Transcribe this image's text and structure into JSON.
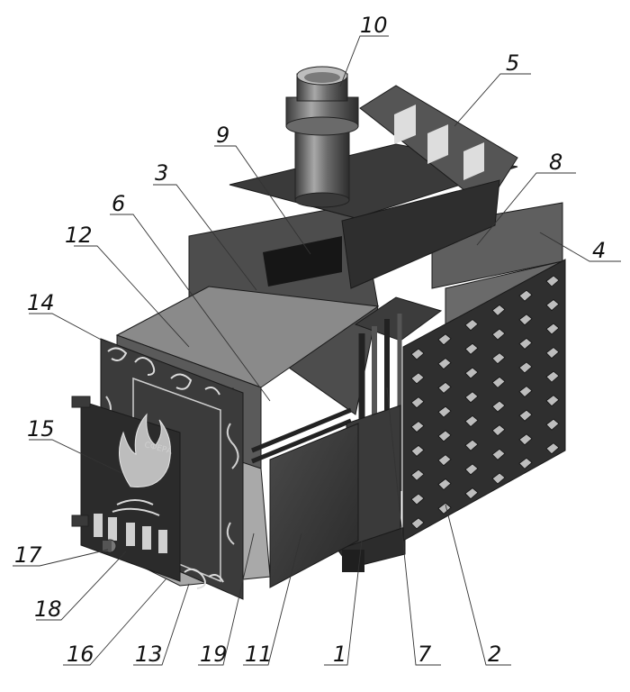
{
  "callouts": [
    {
      "id": "c1",
      "label": "1"
    },
    {
      "id": "c2",
      "label": "2"
    },
    {
      "id": "c3",
      "label": "3"
    },
    {
      "id": "c4",
      "label": "4"
    },
    {
      "id": "c5",
      "label": "5"
    },
    {
      "id": "c6",
      "label": "6"
    },
    {
      "id": "c7",
      "label": "7"
    },
    {
      "id": "c8",
      "label": "8"
    },
    {
      "id": "c9",
      "label": "9"
    },
    {
      "id": "c10",
      "label": "10"
    },
    {
      "id": "c11",
      "label": "11"
    },
    {
      "id": "c12",
      "label": "12"
    },
    {
      "id": "c13",
      "label": "13"
    },
    {
      "id": "c14",
      "label": "14"
    },
    {
      "id": "c15",
      "label": "15"
    },
    {
      "id": "c16",
      "label": "16"
    },
    {
      "id": "c17",
      "label": "17"
    },
    {
      "id": "c18",
      "label": "18"
    },
    {
      "id": "c19",
      "label": "19"
    }
  ],
  "door_lettering": "СФЕРА"
}
